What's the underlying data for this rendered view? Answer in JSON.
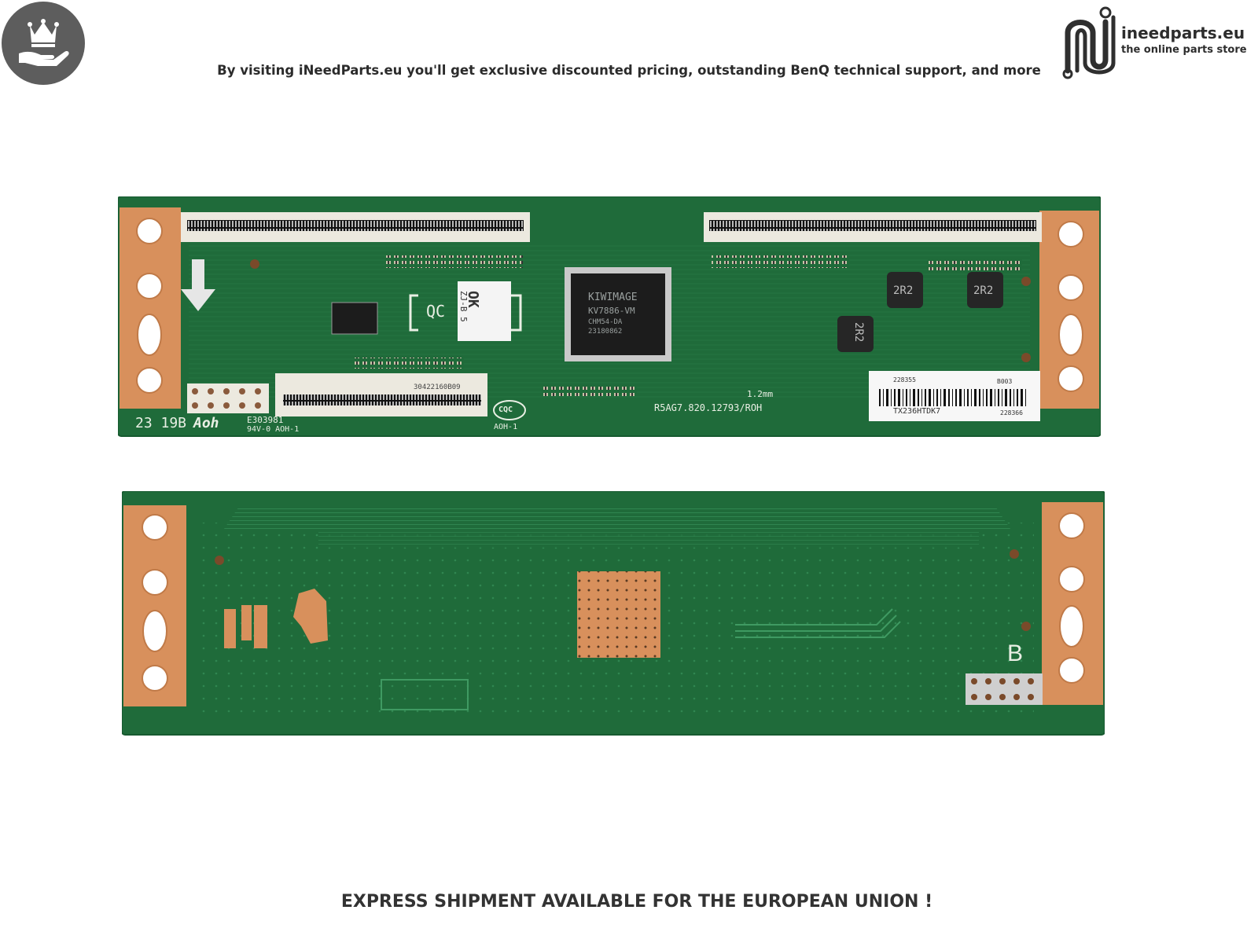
{
  "header": {
    "tagline": "By visiting iNeedParts.eu you'll get exclusive discounted pricing, outstanding BenQ technical support, and more",
    "badge_icon": "crown-in-hand-icon"
  },
  "logo": {
    "name": "ineedparts.eu",
    "subtitle": "the online parts store",
    "icon": "circuit-n-logo-icon"
  },
  "front_board": {
    "chip_lines": [
      "KIWIMAGE",
      "KV7886-VM",
      "CHM54-DA",
      "23180862"
    ],
    "stamp_text": "OK",
    "stamp_sub": "ZJ-B 5",
    "qc_label": "QC",
    "part_number": "R5AG7.820.12793/ROH",
    "date_code": "23 19B",
    "maker_mark": "Aoh",
    "cert_code": "E303981",
    "cert_sub": "94V-0 AOH-1",
    "cqc_label": "CQC",
    "aoh_label": "AOH-1",
    "inductor_label": "2R2",
    "dimension_label": "1.2mm",
    "sticker_left": "228355",
    "sticker_right": "B003",
    "sticker_model": "TX236HTDK7",
    "sticker_small": "228366",
    "connector_code": "30422160B09"
  },
  "back_board": {
    "side_mark": "B"
  },
  "footer": {
    "text": "EXPRESS SHIPMENT AVAILABLE FOR THE EUROPEAN UNION !"
  },
  "colors": {
    "pcb_green": "#1f6b3a",
    "pcb_edge": "#2b7a46",
    "copper": "#d8905c",
    "badge_gray": "#5d5d5d"
  }
}
